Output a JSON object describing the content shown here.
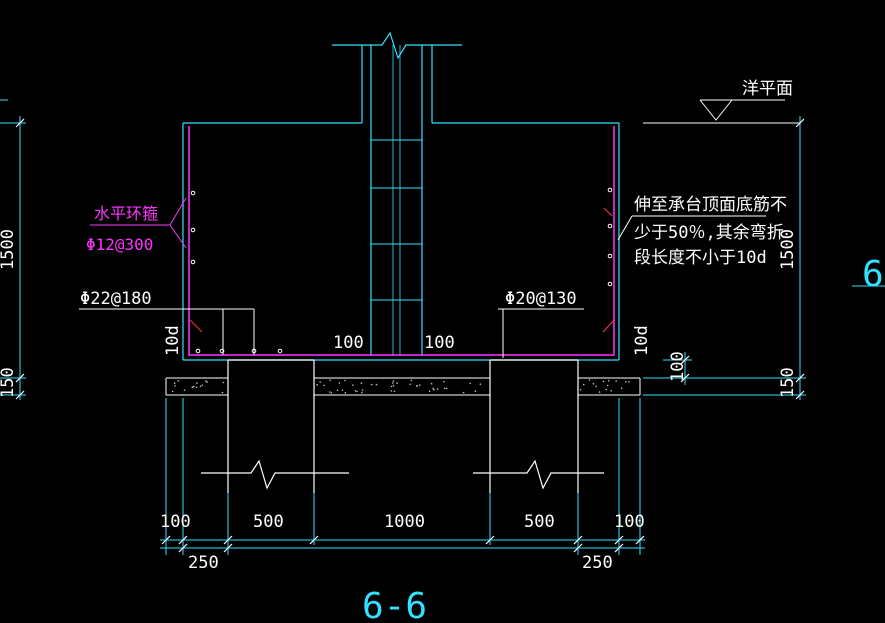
{
  "drawing": {
    "section_label": "6-6",
    "right_edge_label": "6",
    "ground_label": "洋平面",
    "note_lines": [
      "伸至承台顶面底筋不",
      "少于50％,其余弯折",
      "段长度不小于10d"
    ],
    "rebar": {
      "horizontal_hoop_title": "水平环箍",
      "horizontal_hoop_spec": "Φ12@300",
      "left_bottom_bar": "Φ22@180",
      "right_bottom_bar": "Φ20@130"
    },
    "dims": {
      "bottom": [
        "100",
        "500",
        "1000",
        "500",
        "100"
      ],
      "lower": [
        "250",
        "250"
      ],
      "inner_100_left": "100",
      "inner_100_right": "100",
      "hook_left": "10d",
      "hook_right": "10d",
      "embed_100": "100",
      "height_right": "1500",
      "height_left": "1500",
      "cushion_right": "150",
      "cushion_left": "150"
    },
    "colors": {
      "background": "#000000",
      "line_cyan": "#33e0ff",
      "rebar_magenta": "#ff33ff",
      "leader_red": "#ff3344",
      "text_white": "#ffffff"
    }
  }
}
